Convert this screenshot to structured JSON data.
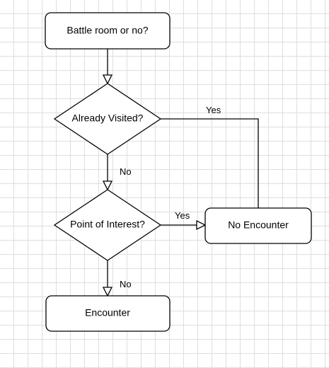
{
  "nodes": {
    "start": {
      "label": "Battle room or no?",
      "shape": "rounded-rectangle"
    },
    "visited": {
      "label": "Already Visited?",
      "shape": "diamond"
    },
    "poi": {
      "label": "Point of Interest?",
      "shape": "diamond"
    },
    "no_encounter": {
      "label": "No Encounter",
      "shape": "rounded-rectangle"
    },
    "encounter": {
      "label": "Encounter",
      "shape": "rounded-rectangle"
    }
  },
  "edges": {
    "start_to_visited": {
      "from": "start",
      "to": "visited",
      "label": ""
    },
    "visited_no": {
      "from": "visited",
      "to": "poi",
      "label": "No"
    },
    "visited_yes": {
      "from": "visited",
      "to": "no_encounter",
      "label": "Yes"
    },
    "poi_yes": {
      "from": "poi",
      "to": "no_encounter",
      "label": "Yes"
    },
    "poi_no": {
      "from": "poi",
      "to": "encounter",
      "label": "No"
    }
  },
  "colors": {
    "stroke": "#000000",
    "fill": "#ffffff",
    "grid": "#dedede"
  }
}
